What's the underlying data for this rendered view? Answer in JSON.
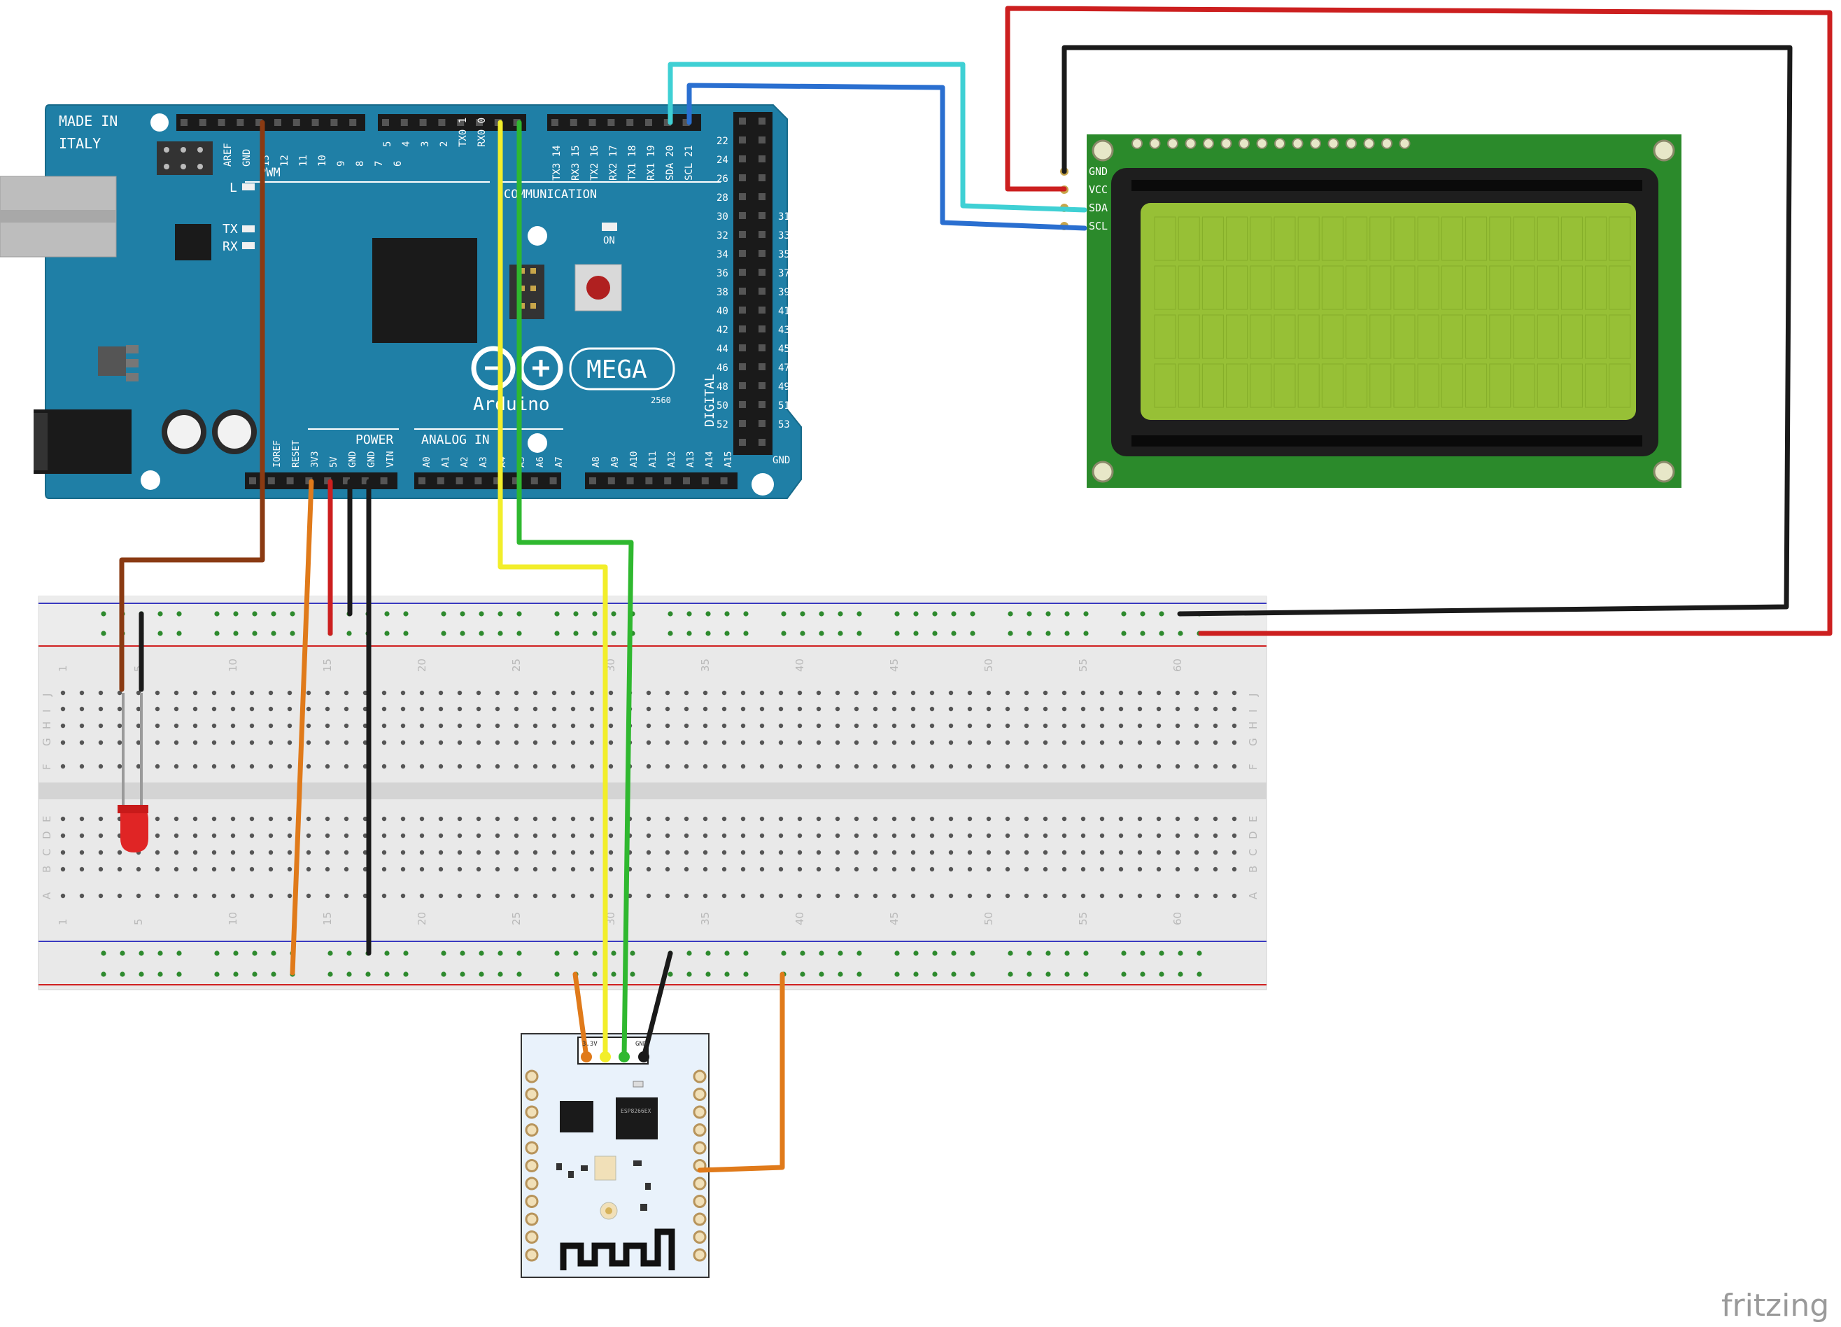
{
  "arduino": {
    "made_in": "MADE IN",
    "italy": "ITALY",
    "pwm": "PWM",
    "communication": "COMMUNICATION",
    "on": "ON",
    "tx": "TX",
    "rx": "RX",
    "l": "L",
    "logo_text": "Arduino",
    "mega": "MEGA",
    "model": "2560",
    "power": "POWER",
    "analog_in": "ANALOG IN",
    "digital": "DIGITAL",
    "gnd_bottom": "GND",
    "five_v_top": "5V",
    "top_header_labels": [
      "AREF",
      "GND",
      "13",
      "12",
      "11",
      "10",
      "9",
      "8",
      "7",
      "6",
      "5",
      "4",
      "3",
      "2",
      "TX0 1",
      "RX0 0"
    ],
    "comm_labels": [
      "TX3 14",
      "RX3 15",
      "TX2 16",
      "RX2 17",
      "TX1 18",
      "RX1 19",
      "SDA 20",
      "SCL 21"
    ],
    "power_labels": [
      "IOREF",
      "RESET",
      "3V3",
      "5V",
      "GND",
      "GND",
      "VIN"
    ],
    "analog_labels": [
      "A0",
      "A1",
      "A2",
      "A3",
      "A4",
      "A5",
      "A6",
      "A7",
      "A8",
      "A9",
      "A10",
      "A11",
      "A12",
      "A13",
      "A14",
      "A15"
    ],
    "digital_left": [
      "22",
      "24",
      "26",
      "28",
      "30",
      "32",
      "34",
      "36",
      "38",
      "40",
      "42",
      "44",
      "46",
      "48",
      "50",
      "52"
    ],
    "digital_right": [
      "31",
      "33",
      "35",
      "37",
      "39",
      "41",
      "43",
      "45",
      "47",
      "49",
      "51",
      "53"
    ]
  },
  "lcd": {
    "pins": [
      "GND",
      "VCC",
      "SDA",
      "SCL"
    ]
  },
  "breadboard": {
    "col_numbers": [
      "1",
      "5",
      "10",
      "15",
      "20",
      "25",
      "30",
      "35",
      "40",
      "45",
      "50",
      "55",
      "60"
    ],
    "row_letters_top": [
      "J",
      "I",
      "H",
      "G",
      "F"
    ],
    "row_letters_bottom": [
      "E",
      "D",
      "C",
      "B",
      "A"
    ]
  },
  "esp_module": {
    "pin_labels": [
      "3.3V",
      "GND"
    ],
    "chip_text": "ESP8266EX"
  },
  "watermark": "fritzing",
  "colors": {
    "arduino_board": "#1f7fa6",
    "lcd_pcb": "#2b8a2b",
    "lcd_screen": "#97c036",
    "breadboard": "#e6e6e6",
    "wire_red": "#cc1f1f",
    "wire_black": "#1a1a1a",
    "wire_brown": "#8a3a12",
    "wire_orange": "#e07a1a",
    "wire_yellow": "#f2ee2a",
    "wire_green": "#2fb82f",
    "wire_cyan": "#3fd0d4",
    "wire_blue": "#2a6fd0"
  }
}
